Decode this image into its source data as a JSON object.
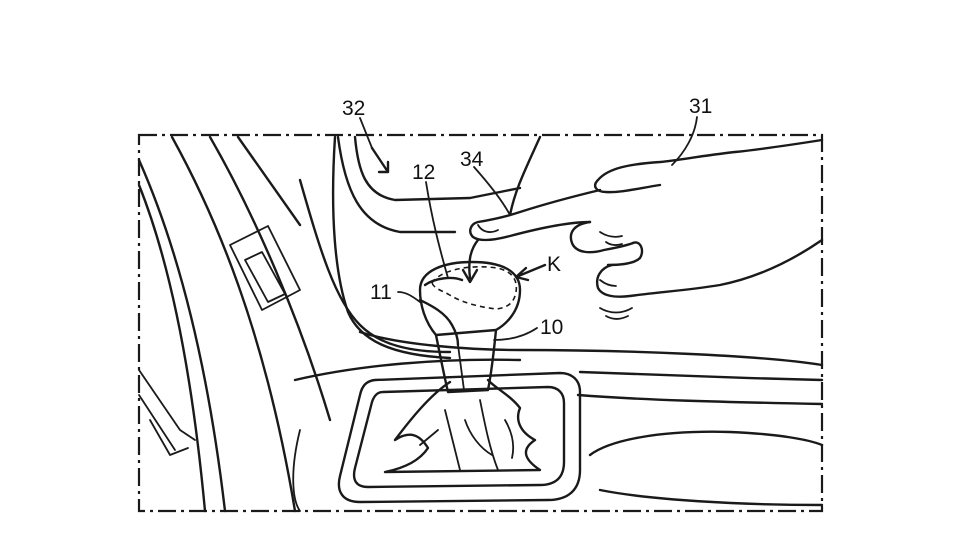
{
  "figure": {
    "reference_labels": {
      "ref_32": "32",
      "ref_31": "31",
      "ref_34": "34",
      "ref_12": "12",
      "ref_k": "K",
      "ref_11": "11",
      "ref_10": "10"
    }
  },
  "colors": {
    "line": "#1a1a1a",
    "background": "#ffffff"
  }
}
